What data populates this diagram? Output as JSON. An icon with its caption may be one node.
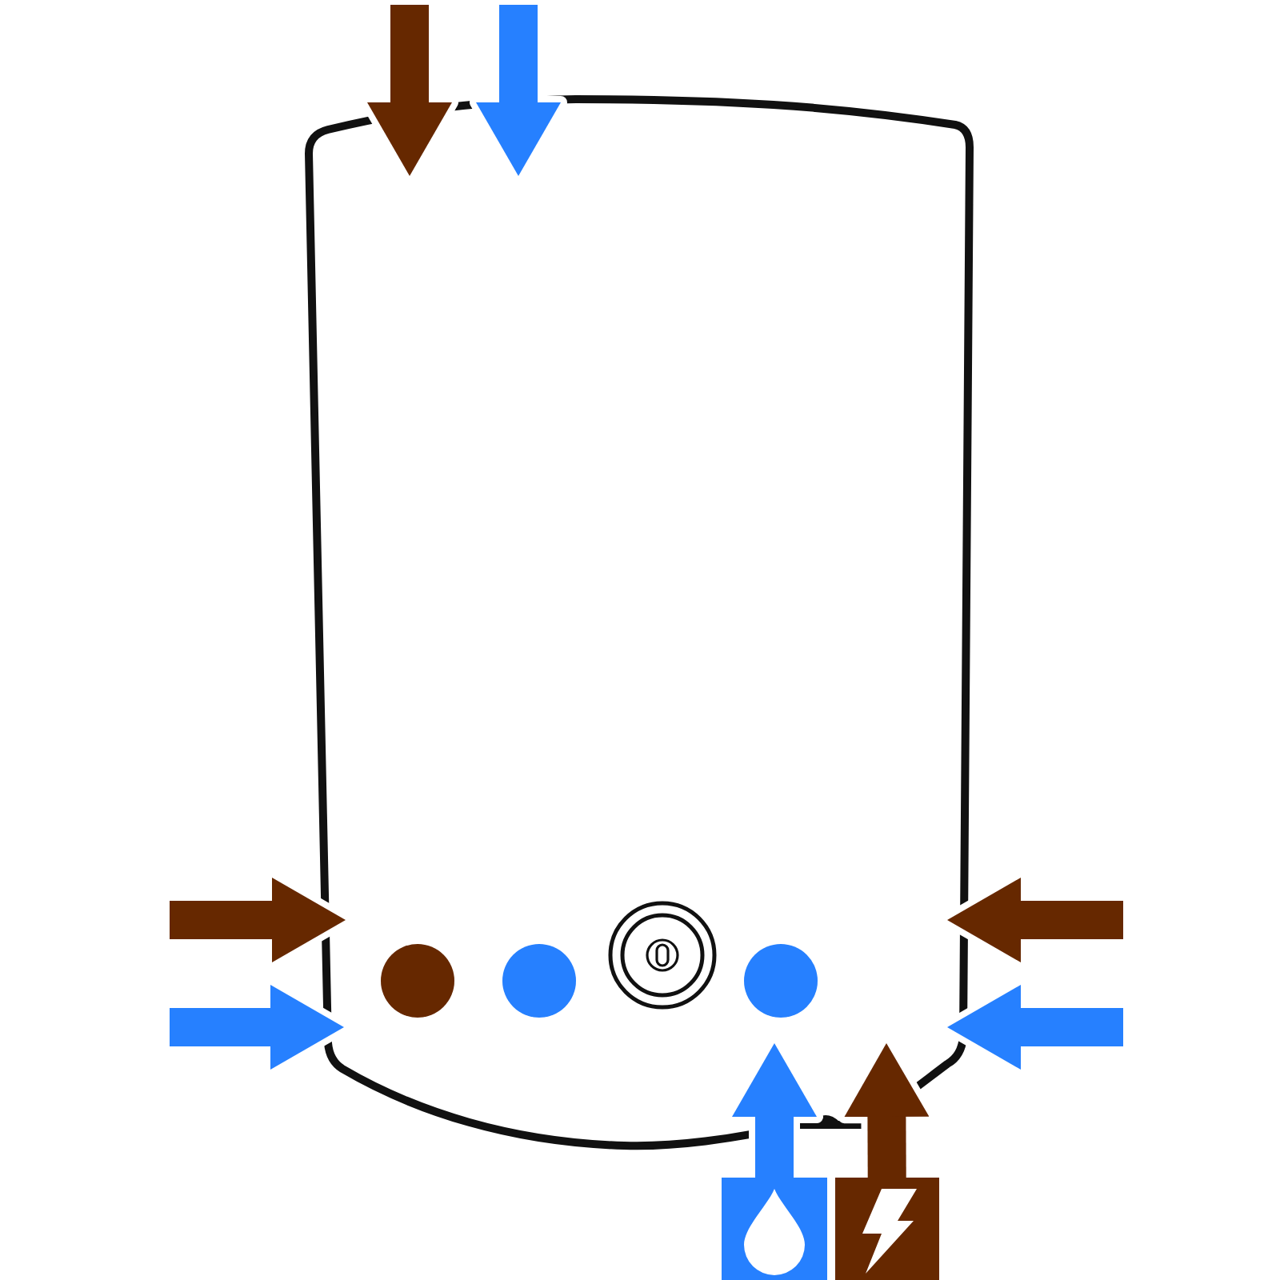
{
  "diagram": {
    "nodes": [
      {
        "text": [],
        "shape": "box"
      },
      {
        "text": [],
        "shape": "circle",
        "in": 0
      },
      {
        "text": [],
        "shape": "circle",
        "in": 0
      },
      {
        "text": [],
        "shape": "circle",
        "in": 0
      },
      {
        "text": [],
        "shape": "circle",
        "in": 0
      },
      {
        "text": [],
        "shape": "box"
      },
      {
        "text": [],
        "shape": "box"
      }
    ],
    "edges": [
      {
        "from": null,
        "to": 0,
        "arrow": "to",
        "color": "#662800"
      },
      {
        "from": null,
        "to": 0,
        "arrow": "to",
        "color": "#2680ff"
      },
      {
        "from": null,
        "to": 0,
        "arrow": "to",
        "color": "#662800"
      },
      {
        "from": null,
        "to": 0,
        "arrow": "to",
        "color": "#2680ff"
      },
      {
        "from": null,
        "to": 0,
        "arrow": "to",
        "color": "#662800"
      },
      {
        "from": null,
        "to": 0,
        "arrow": "to",
        "color": "#2680ff"
      },
      {
        "from": 5,
        "to": 0,
        "arrow": "to",
        "color": "#2680ff"
      },
      {
        "from": 6,
        "to": 0,
        "arrow": "to",
        "color": "#662800"
      }
    ]
  }
}
